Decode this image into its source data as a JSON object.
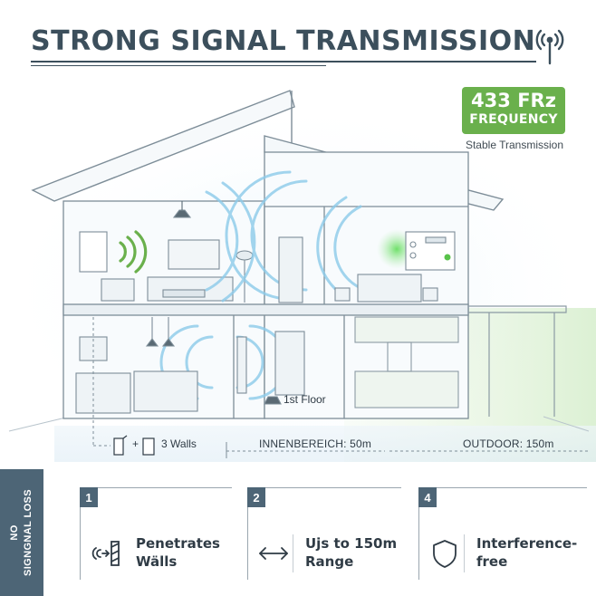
{
  "header": {
    "title": "STRONG SIGNAL TRANSMISSION",
    "signal_icon": "antenna-signal-icon"
  },
  "badge": {
    "frequency": "433 FRz",
    "label": "FREQUENCY",
    "caption": "Stable Transmission",
    "color": "#6ab04c"
  },
  "scene": {
    "floor_label": "1st Floor",
    "walls_label": "3 Walls",
    "walls_plus": "+",
    "indoor_label": "INNENBEREICH: 50m",
    "outdoor_label": "OUTDOOR: 150m",
    "signal_color": "#6ab04c",
    "wave_color": "#7fc6e8"
  },
  "side_tab": {
    "line1": "NO",
    "line2": "SIGNGNAL LOSS",
    "color": "#4d6576"
  },
  "features": [
    {
      "number": "1",
      "line1": "Penetrates",
      "line2": "Wälls",
      "icon": "wall-signal-icon"
    },
    {
      "number": "2",
      "line1": "Uјs to 150m",
      "line2": "Range",
      "icon": "double-arrow-icon"
    },
    {
      "number": "4",
      "line1": "Interference-",
      "line2": "free",
      "icon": "shield-icon"
    }
  ]
}
